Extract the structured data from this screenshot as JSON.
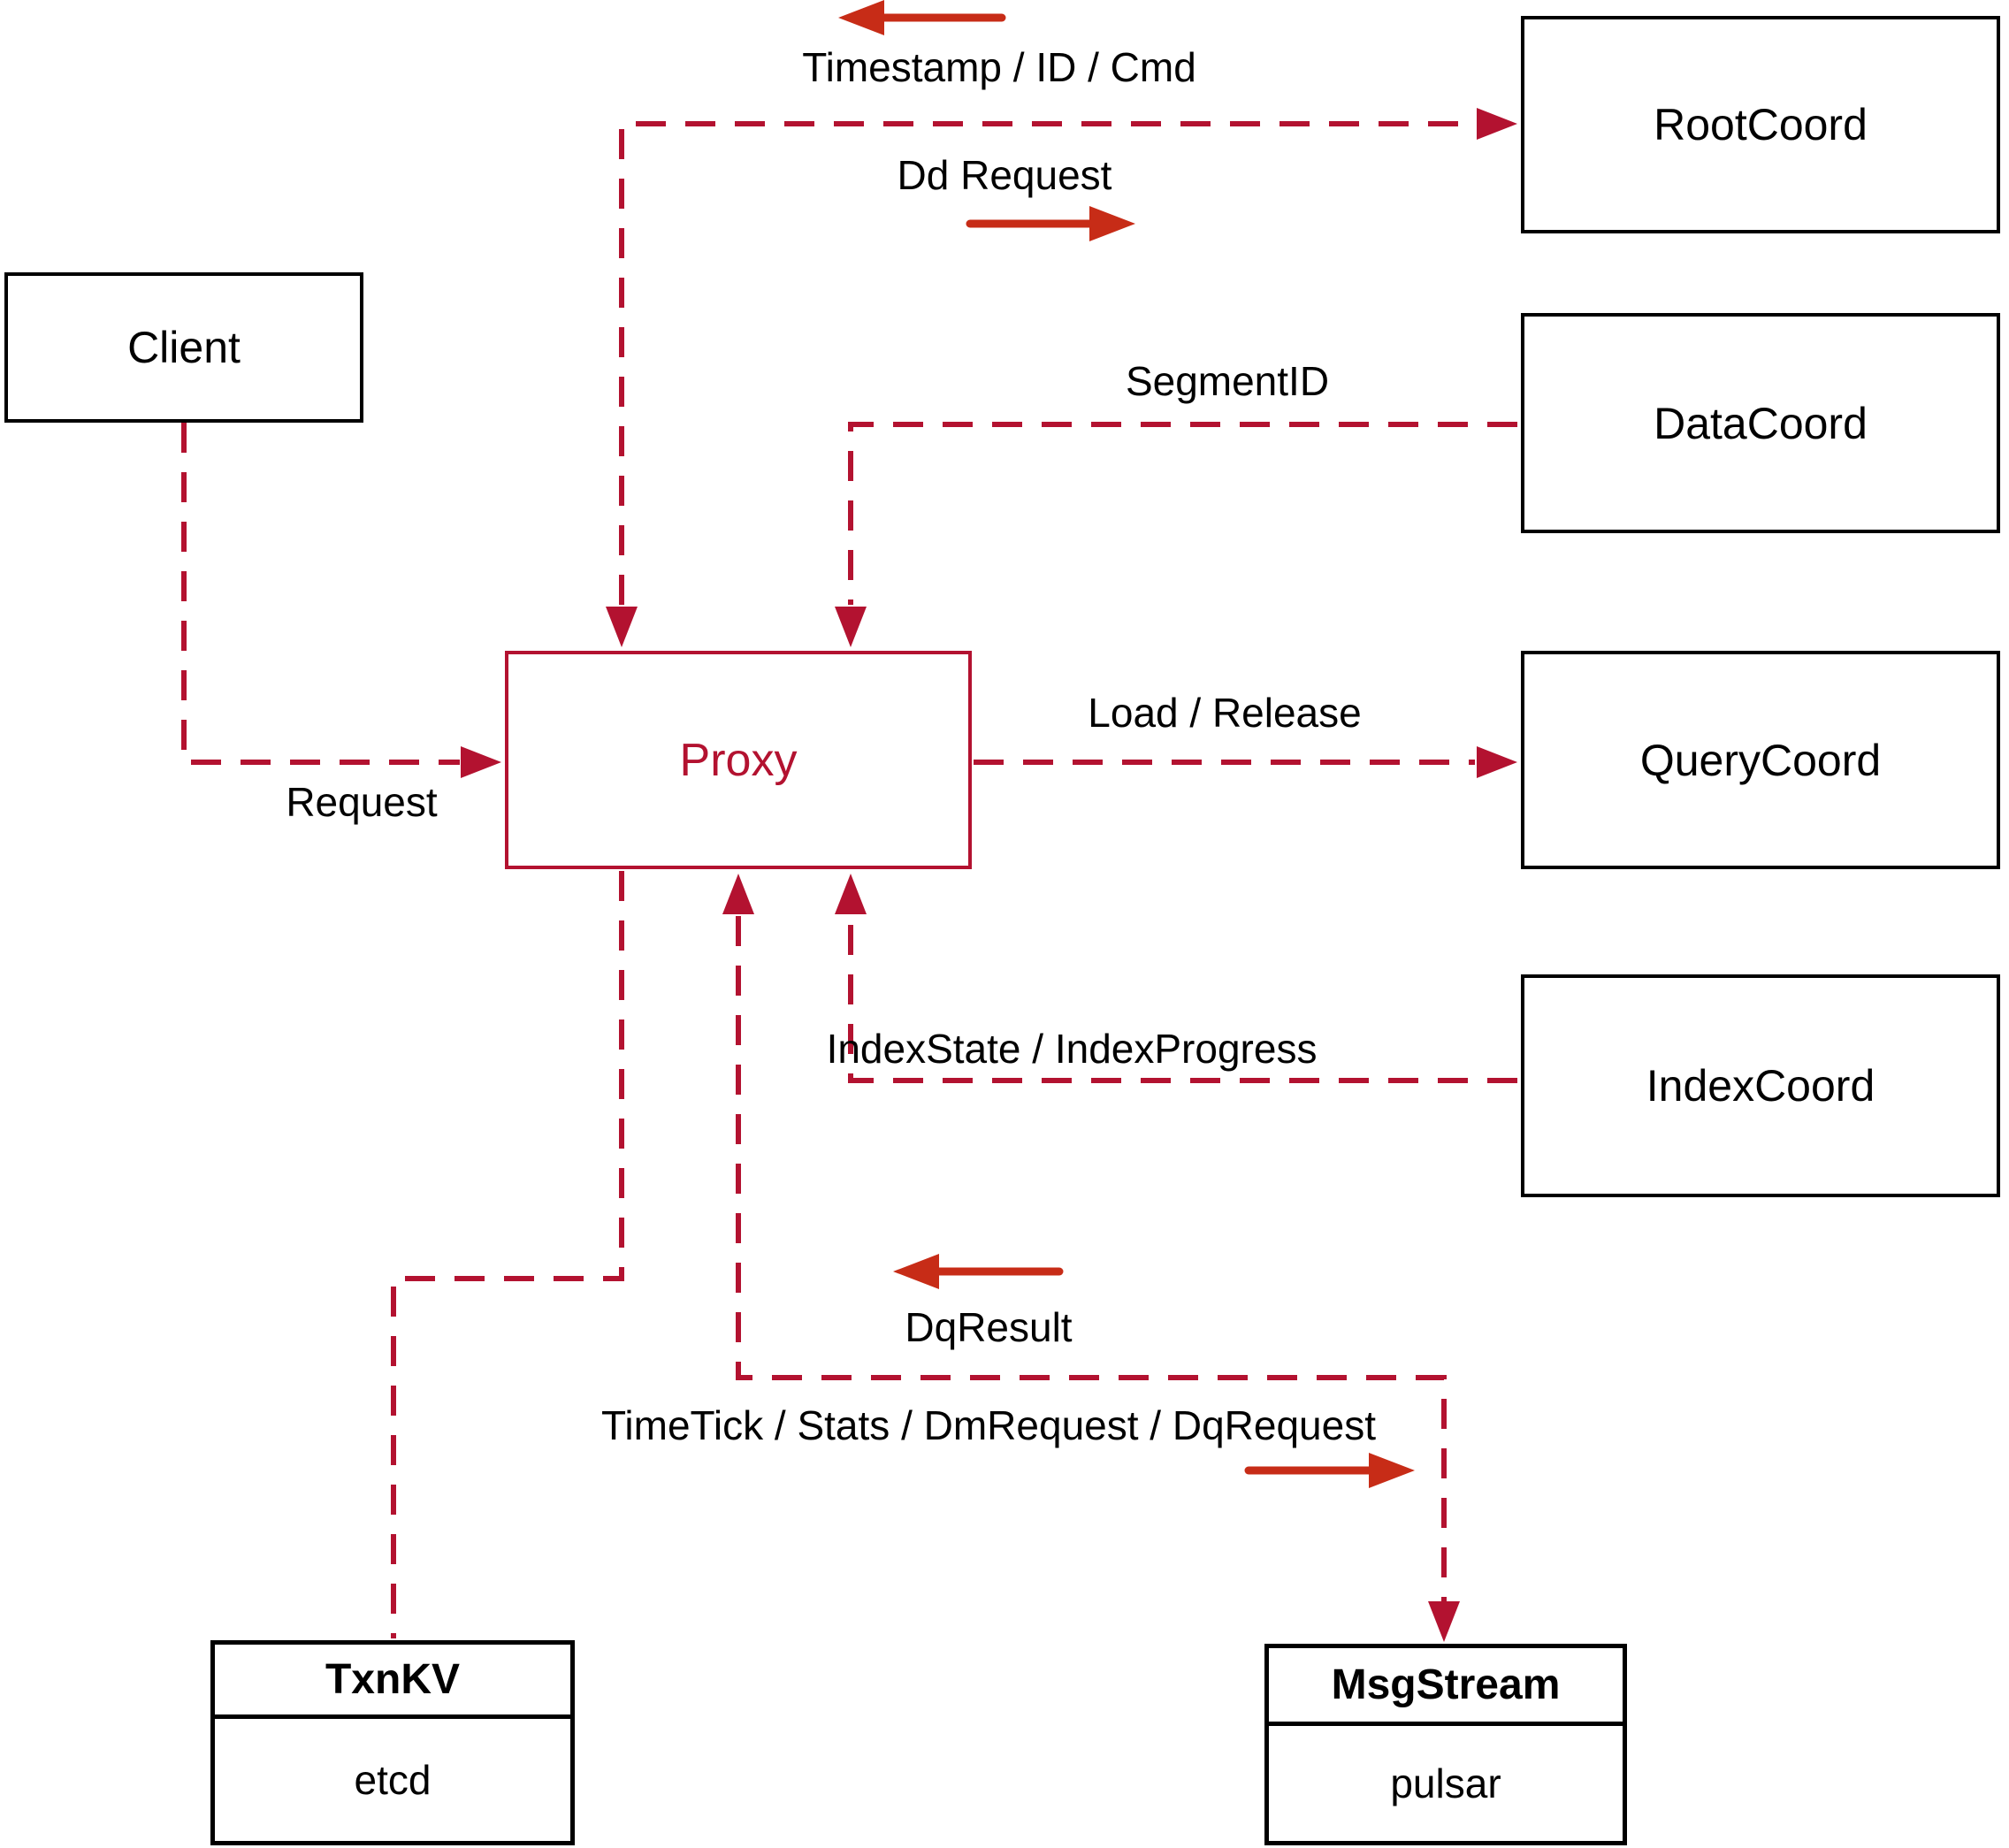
{
  "colors": {
    "dashed_line": "#b31230",
    "solid_arrow": "#c72c17",
    "box_border": "#000000",
    "text": "#000000",
    "background": "#ffffff"
  },
  "nodes": {
    "client": {
      "label": "Client"
    },
    "proxy": {
      "label": "Proxy"
    },
    "root_coord": {
      "label": "RootCoord"
    },
    "data_coord": {
      "label": "DataCoord"
    },
    "query_coord": {
      "label": "QueryCoord"
    },
    "index_coord": {
      "label": "IndexCoord"
    },
    "txn_kv": {
      "label": "TxnKV",
      "impl": "etcd"
    },
    "msg_stream": {
      "label": "MsgStream",
      "impl": "pulsar"
    }
  },
  "edge_labels": {
    "request": "Request",
    "timestamp_id_cmd": "Timestamp / ID / Cmd",
    "dd_request": "Dd Request",
    "segment_id": "SegmentID",
    "load_release": "Load / Release",
    "index_state_progress": "IndexState / IndexProgress",
    "dq_result": "DqResult",
    "timetick_stats_dm_dq": "TimeTick / Stats / DmRequest / DqRequest"
  }
}
